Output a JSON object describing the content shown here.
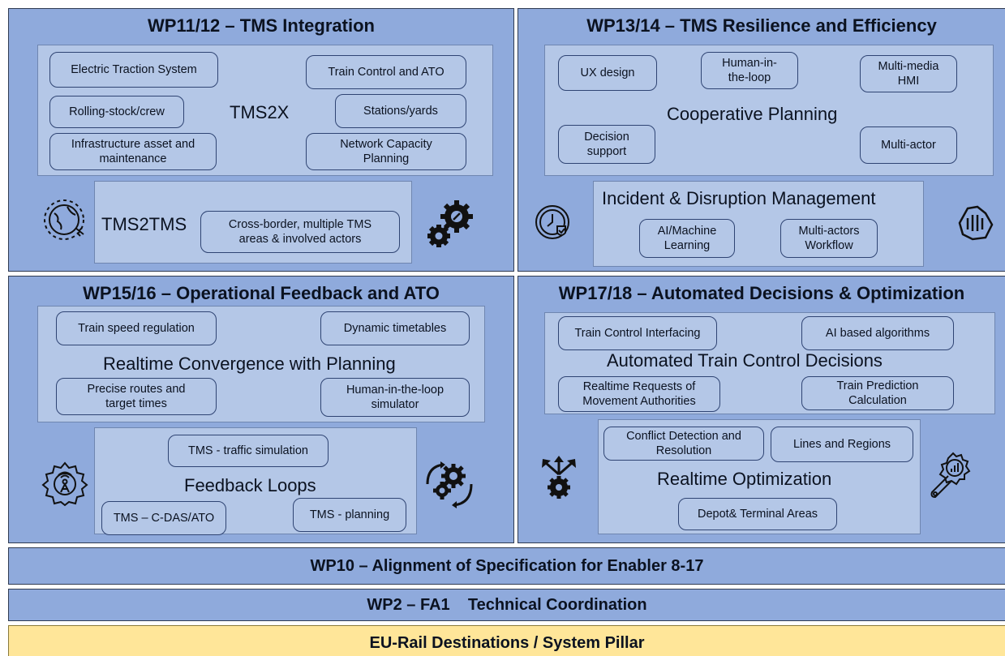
{
  "wp11": {
    "title": "WP11/12 – TMS Integration",
    "tms2x": "TMS2X",
    "tms2tms": "TMS2TMS",
    "chips": [
      "Electric Traction System",
      "Train Control and ATO",
      "Rolling-stock/crew",
      "Stations/yards",
      "Infrastructure asset and\nmaintenance",
      "Network Capacity\nPlanning",
      "Cross-border, multiple TMS\nareas & involved actors"
    ],
    "icons": [
      "globe-plane-icon",
      "gears-icon"
    ]
  },
  "wp13": {
    "title": "WP13/14 – TMS Resilience and Efficiency",
    "coop": "Cooperative Planning",
    "incident": "Incident & Disruption Management",
    "chips": [
      "UX design",
      "Human-in-\nthe-loop",
      "Multi-media\nHMI",
      "Decision\nsupport",
      "Multi-actor",
      "AI/Machine\nLearning",
      "Multi-actors\nWorkflow"
    ],
    "icons": [
      "clock-shield-icon",
      "hands-together-icon"
    ]
  },
  "wp15": {
    "title": "WP15/16 – Operational Feedback and ATO",
    "realtime": "Realtime Convergence with Planning",
    "feedback": "Feedback Loops",
    "chips": [
      "Train speed regulation",
      "Dynamic timetables",
      "Precise routes and\ntarget times",
      "Human-in-the-loop\nsimulator",
      "TMS - traffic simulation",
      "TMS – C-DAS/ATO",
      "TMS - planning"
    ],
    "icons": [
      "gear-signal-icon",
      "gears-cycle-icon"
    ]
  },
  "wp17": {
    "title": "WP17/18 – Automated Decisions & Optimization",
    "atcd": "Automated Train Control Decisions",
    "ropt": "Realtime Optimization",
    "chips": [
      "Train Control Interfacing",
      "AI based algorithms",
      "Realtime Requests of\nMovement Authorities",
      "Train Prediction\nCalculation",
      "Conflict Detection and\nResolution",
      "Lines and Regions",
      "Depot& Terminal Areas"
    ],
    "icons": [
      "gear-arrows-icon",
      "wrench-chart-icon"
    ]
  },
  "bars": [
    "WP10 – Alignment of Specification for Enabler 8-17",
    "WP2 – FA1    Technical Coordination",
    "EU-Rail Destinations / System Pillar"
  ],
  "colors": {
    "outer": "#8faadc",
    "inner": "#b4c7e7",
    "border": "#2f4473",
    "pillar": "#ffe699"
  }
}
